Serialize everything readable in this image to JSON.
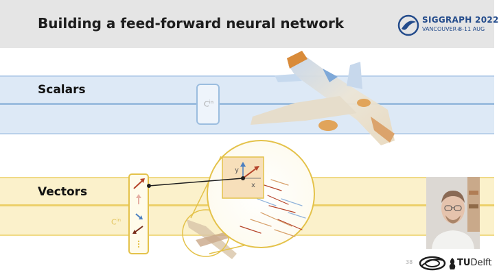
{
  "slide": {
    "title": "Building a feed-forward neural network",
    "page_number": "38"
  },
  "conference": {
    "name": "SIGGRAPH 2022",
    "location": "VANCOUVER+",
    "dates": "8-11 AUG"
  },
  "rows": {
    "scalars_label": "Scalars",
    "vectors_label": "Vectors",
    "channel_symbol": "C",
    "channel_superscript": "in"
  },
  "diagram": {
    "axis_x": "x",
    "axis_y": "y"
  },
  "logos": {
    "tud_bold": "TU",
    "tud_light": "Delft"
  },
  "colors": {
    "scalar_band": "#dde9f6",
    "scalar_accent": "#9bbddf",
    "vector_band": "#fbf1cb",
    "vector_accent": "#e4c24a",
    "arrow_red": "#b5442a",
    "arrow_blue": "#4b7fc0",
    "brand_blue": "#234b8b"
  }
}
